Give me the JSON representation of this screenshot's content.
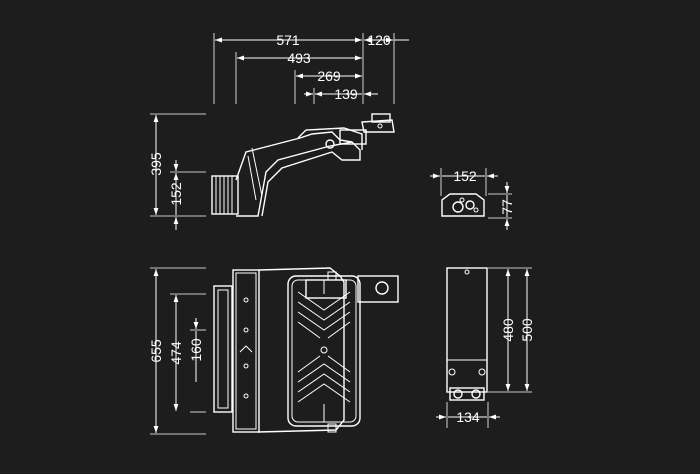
{
  "colors": {
    "background": "#1d1d1d",
    "line": "#ffffff"
  },
  "dimensions": {
    "side_view": {
      "total_length": "571",
      "arm_reach": "493",
      "mount_offset": "269",
      "bracket_offset": "139",
      "clamp_depth": "120",
      "total_height": "395",
      "clamp_height": "152"
    },
    "end_view": {
      "width": "152",
      "height": "77"
    },
    "top_view": {
      "total_length": "655",
      "bracket_length": "474",
      "tab_length": "160"
    },
    "bracket_view": {
      "inner_height": "480",
      "outer_height": "500",
      "width": "134"
    }
  }
}
